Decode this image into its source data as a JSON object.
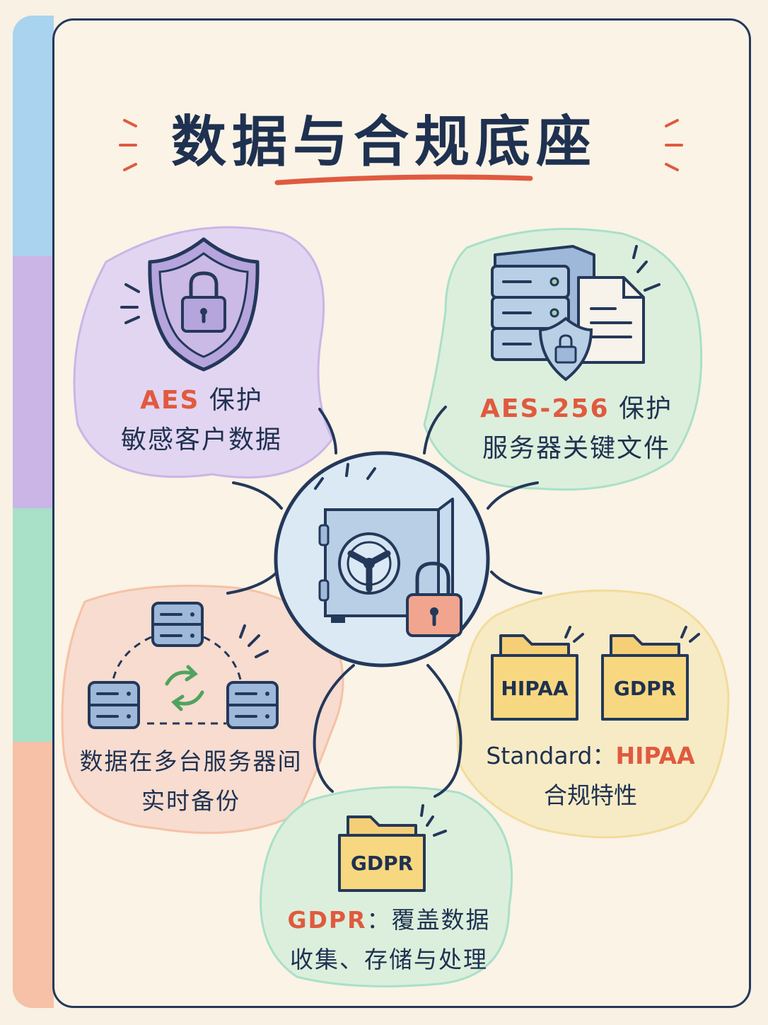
{
  "title": "数据与合规底座",
  "colors": {
    "ink": "#1f3150",
    "accent": "#e05a3f",
    "tab_blue": "#a9d3ee",
    "tab_purple": "#cbb5e6",
    "tab_green": "#a9e0c8",
    "tab_orange": "#f6c1a6"
  },
  "nodes": {
    "center": {
      "icon": "safe-with-padlock-icon"
    },
    "aes": {
      "icon": "shield-lock-icon",
      "highlight": "AES",
      "rest_line1": " 保护",
      "line2": "敏感客户数据"
    },
    "aes256": {
      "icon": "server-shield-document-icon",
      "highlight": "AES-256",
      "rest_line1": " 保护",
      "line2": "服务器关键文件"
    },
    "backup": {
      "icon": "server-sync-icon",
      "line1": "数据在多台服务器间",
      "line2": "实时备份"
    },
    "hipaa": {
      "icon": "compliance-folders-icon",
      "folder_left": "HIPAA",
      "folder_right": "GDPR",
      "prefix": "Standard：",
      "highlight": "HIPAA",
      "line2": "合规特性"
    },
    "gdpr": {
      "icon": "gdpr-folder-icon",
      "folder": "GDPR",
      "highlight": "GDPR",
      "rest_line1": "：覆盖数据",
      "line2": "收集、存储与处理"
    }
  }
}
